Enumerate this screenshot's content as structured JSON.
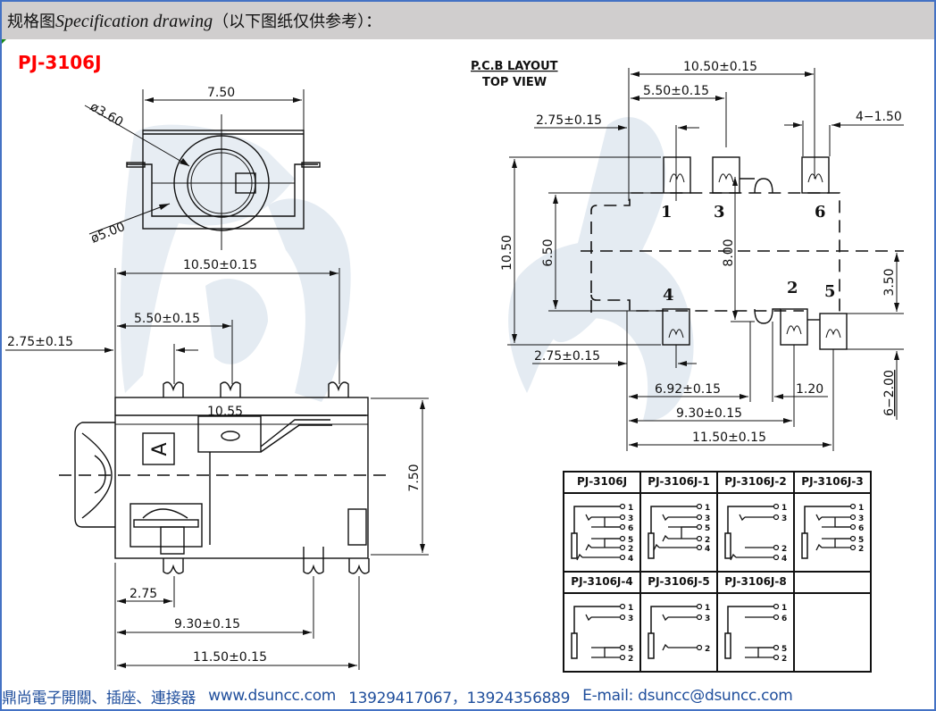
{
  "header": {
    "title_cn_prefix": "规格图",
    "title_en": "Specification drawing",
    "title_cn_suffix": "（以下图纸仅供参考）："
  },
  "model": "PJ-3106J",
  "front_view": {
    "width": "7.50",
    "inner_dia": "ø3.60",
    "outer_dia": "ø5.00"
  },
  "side_view": {
    "d_10_50": "10.50±0.15",
    "d_5_50": "5.50±0.15",
    "d_2_75": "2.75±0.15",
    "d_10_55": "10.55",
    "d_height": "7.50",
    "d_2_75_short": "2.75",
    "d_9_30": "9.30±0.15",
    "d_11_50": "11.50±0.15",
    "marker": "A"
  },
  "pcb_layout": {
    "title": "P.C.B LAYOUT",
    "subtitle": "TOP VIEW",
    "d_10_50": "10.50±0.15",
    "d_5_50": "5.50±0.15",
    "d_2_75_top": "2.75±0.15",
    "d_4_1_50": "4−1.50",
    "d_10_50_v": "10.50",
    "d_6_50_v": "6.50",
    "d_8_00_v": "8.00",
    "d_3_50_v": "3.50",
    "d_6_2_00_v": "6−2.00",
    "d_2_75_bottom": "2.75±0.15",
    "d_6_92": "6.92±0.15",
    "d_1_20": "1.20",
    "d_9_30": "9.30±0.15",
    "d_11_50": "11.50±0.15",
    "pins": [
      "1",
      "3",
      "6",
      "4",
      "2",
      "5"
    ]
  },
  "variants_table": {
    "headers": [
      "PJ-3106J",
      "PJ-3106J-1",
      "PJ-3106J-2",
      "PJ-3106J-3",
      "PJ-3106J-4",
      "PJ-3106J-5",
      "PJ-3106J-8",
      ""
    ],
    "pin_labels": {
      "PJ-3106J": [
        "1",
        "3",
        "6",
        "5",
        "2",
        "4"
      ],
      "PJ-3106J-1": [
        "1",
        "3",
        "5",
        "2",
        "4"
      ],
      "PJ-3106J-2": [
        "1",
        "3",
        "2",
        "4"
      ],
      "PJ-3106J-3": [
        "1",
        "3",
        "6",
        "5",
        "2"
      ],
      "PJ-3106J-4": [
        "1",
        "3",
        "5",
        "2"
      ],
      "PJ-3106J-5": [
        "1",
        "3",
        "2"
      ],
      "PJ-3106J-8": [
        "1",
        "6",
        "5",
        "2"
      ]
    }
  },
  "footer": {
    "company": "鼎尚電子開關、插座、連接器",
    "website": "www.dsuncc.com",
    "phones": "13929417067，13924356889",
    "email": "E-mail: dsuncc@dsuncc.com"
  },
  "colors": {
    "border": "#4472c4",
    "header_bg": "#d0cece",
    "model": "#ff0000",
    "footer_text": "#1f4e9c",
    "watermark": "#e4ebf2"
  }
}
